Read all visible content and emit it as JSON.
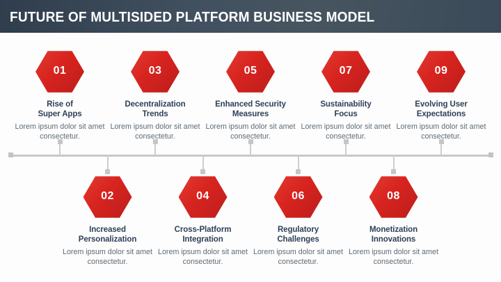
{
  "header": {
    "title": "FUTURE OF MULTISIDED PLATFORM BUSINESS MODEL",
    "bar_color": "#3f4e5e",
    "text_color": "#ffffff"
  },
  "theme": {
    "accent_red": "#d8241f",
    "accent_red_light": "#e23b33",
    "accent_red_dark": "#bc1d1c",
    "title_color": "#2f4158",
    "body_color": "#5d6b75",
    "axis_color": "#c8c8c8",
    "background": "#fdfdfd"
  },
  "timeline": {
    "orientation": "horizontal",
    "left_cap": "square-dot",
    "right_cap": "square-dot",
    "items": [
      {
        "number": "01",
        "position": "top",
        "title": "Rise of\nSuper Apps",
        "title_line1": "Rise of",
        "title_line2": "Super Apps",
        "description": "Lorem ipsum dolor sit amet consectetur."
      },
      {
        "number": "02",
        "position": "bottom",
        "title": "Increased\nPersonalization",
        "title_line1": "Increased",
        "title_line2": "Personalization",
        "description": "Lorem ipsum dolor sit amet consectetur."
      },
      {
        "number": "03",
        "position": "top",
        "title": "Decentralization\nTrends",
        "title_line1": "Decentralization",
        "title_line2": "Trends",
        "description": "Lorem ipsum dolor sit amet consectetur."
      },
      {
        "number": "04",
        "position": "bottom",
        "title": "Cross-Platform\nIntegration",
        "title_line1": "Cross-Platform",
        "title_line2": "Integration",
        "description": "Lorem ipsum dolor sit amet consectetur."
      },
      {
        "number": "05",
        "position": "top",
        "title": "Enhanced Security\nMeasures",
        "title_line1": "Enhanced Security",
        "title_line2": "Measures",
        "description": "Lorem ipsum dolor sit amet consectetur."
      },
      {
        "number": "06",
        "position": "bottom",
        "title": "Regulatory\nChallenges",
        "title_line1": "Regulatory",
        "title_line2": "Challenges",
        "description": "Lorem ipsum dolor sit amet consectetur."
      },
      {
        "number": "07",
        "position": "top",
        "title": "Sustainability\nFocus",
        "title_line1": "Sustainability",
        "title_line2": "Focus",
        "description": "Lorem ipsum dolor sit amet consectetur."
      },
      {
        "number": "08",
        "position": "bottom",
        "title": "Monetization\nInnovations",
        "title_line1": "Monetization",
        "title_line2": "Innovations",
        "description": "Lorem ipsum dolor sit amet consectetur."
      },
      {
        "number": "09",
        "position": "top",
        "title": "Evolving User\nExpectations",
        "title_line1": "Evolving User",
        "title_line2": "Expectations",
        "description": "Lorem ipsum dolor sit amet consectetur."
      }
    ]
  }
}
